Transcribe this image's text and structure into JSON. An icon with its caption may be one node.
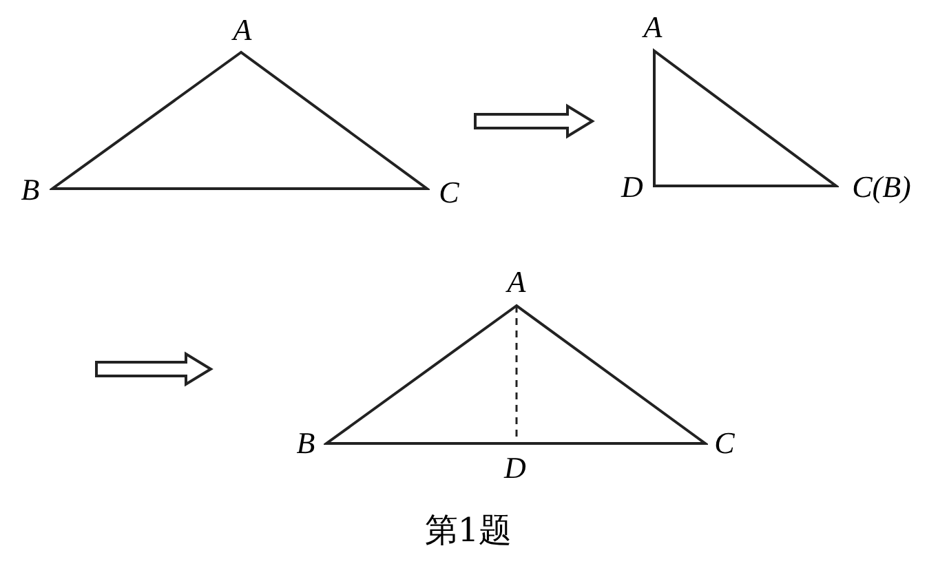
{
  "diagram": {
    "caption": "第1题",
    "nodes": [
      {
        "text": [],
        "shape": "triangle",
        "beside": [
          "A",
          "B",
          "C"
        ]
      },
      {
        "text": [],
        "shape": "triangle",
        "beside": [
          "A",
          "D",
          "C(B)"
        ]
      },
      {
        "text": [],
        "shape": "triangle",
        "beside": [
          "A",
          "B",
          "D",
          "C"
        ]
      }
    ],
    "edges": [
      {
        "from": 0,
        "to": 1,
        "arrow": "to"
      }
    ]
  }
}
